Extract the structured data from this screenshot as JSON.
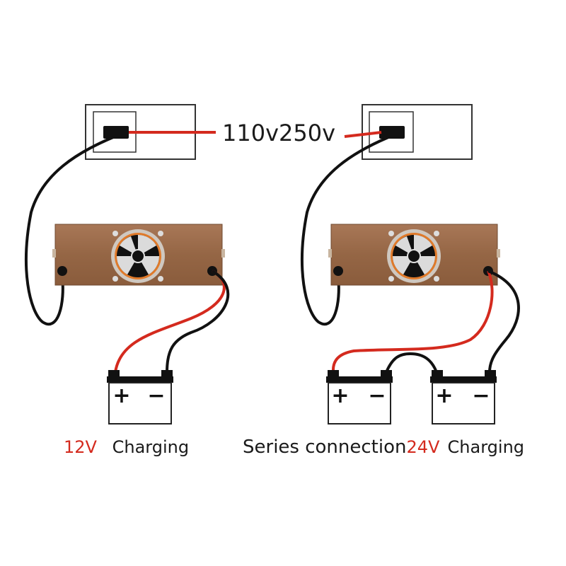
{
  "supply_label": "110v250v",
  "left_setup": {
    "voltage": "12V",
    "charging": "Charging",
    "battery": {
      "positive": "+",
      "negative": "−"
    }
  },
  "right_setup": {
    "series_text": "Series connection",
    "voltage": "24V",
    "charging": "Charging",
    "battery_1": {
      "positive": "+",
      "negative": "−"
    },
    "battery_2": {
      "positive": "+",
      "negative": "−"
    }
  },
  "colors": {
    "charger_body": "#9a6b4b",
    "charger_edge": "#6f4a30",
    "positive_wire": "#d42a1e",
    "negative_wire": "#111111",
    "voltage_text": "#d42a1e",
    "text": "#1a1a1a"
  }
}
